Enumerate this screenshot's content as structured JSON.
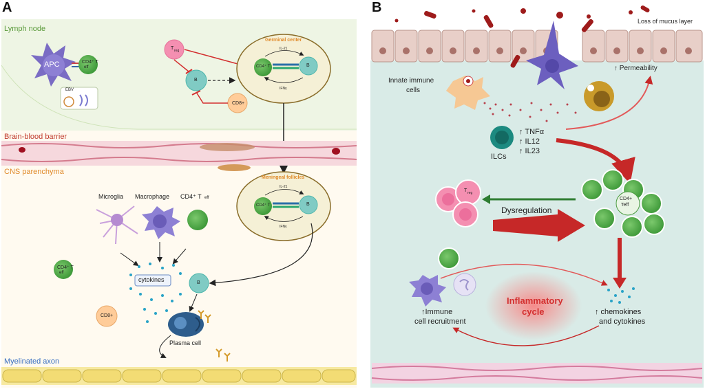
{
  "panels": {
    "a": "A",
    "b": "B"
  },
  "panel_a": {
    "regions": {
      "lymph_node": "Lymph node",
      "bbb": "Brain-blood barrier",
      "cns": "CNS parenchyma",
      "axon": "Myelinated axon"
    },
    "cells": {
      "apc": "APC",
      "cd4_teff": "CD4⁺ T",
      "teff_sub": "eff",
      "treg": "T",
      "treg_sub": "reg",
      "b": "B",
      "cd8": "CD8+",
      "ebv": "EBV",
      "microglia": "Microglia",
      "macrophage": "Macrophage",
      "cd4_label": "CD4⁺ T",
      "cytokines": "cytokines",
      "plasma": "Plasma cell"
    },
    "germinal_center": {
      "title": "Germinal center",
      "il21": "IL-21",
      "ifng": "IFNγ"
    },
    "meningeal": {
      "title": "Meningeal follicles",
      "il21": "IL-21",
      "ifng": "IFNγ"
    }
  },
  "panel_b": {
    "mucus": "Loss of mucus layer",
    "permeability": "↑ Permeability",
    "innate": [
      "Innate immune",
      "cells"
    ],
    "ilcs": "ILCs",
    "cytokines_list": [
      "↑ TNFα",
      "↑ IL12",
      "↑ IL23"
    ],
    "treg": "T",
    "treg_sub": "reg",
    "cd4": [
      "CD4+",
      "Teff"
    ],
    "dysregulation": "Dysregulation",
    "cycle": [
      "Inflammatory",
      "cycle"
    ],
    "recruit": [
      "↑Immune",
      "cell recruitment"
    ],
    "chemo": [
      "↑ chemokines",
      "and cytokines"
    ]
  },
  "colors": {
    "lymph_bg": "#eef5e4",
    "cns_bg": "#fffaf0",
    "panel_b_bg": "#d9ebe7",
    "red_arrow": "#c62828",
    "green_arrow": "#2e7d32"
  }
}
